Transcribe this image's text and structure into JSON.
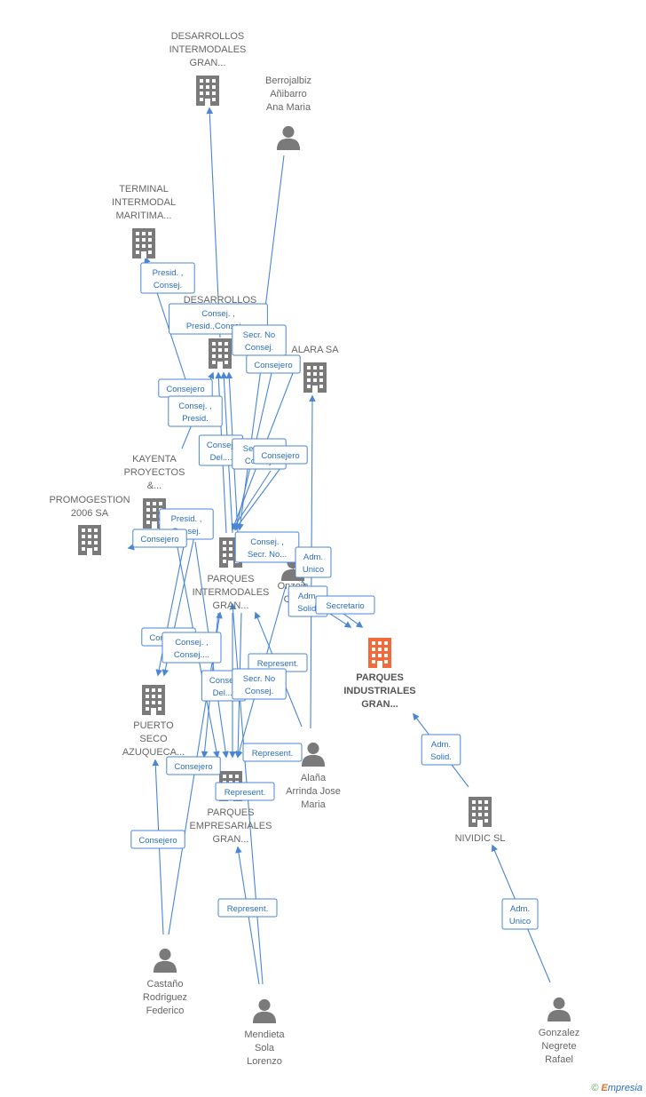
{
  "colors": {
    "edge": "#4a86d4",
    "edge_label_border": "#4a86d4",
    "edge_label_text": "#2a6ebb",
    "company": "#7a7a7a",
    "company_main": "#f26a3b",
    "person": "#7a7a7a",
    "label": "#666666"
  },
  "nodes": [
    {
      "id": "desarrollos_top",
      "type": "company",
      "lines": [
        "DESARROLLOS",
        "INTERMODALES",
        "GRAN..."
      ]
    },
    {
      "id": "berrojalbiz",
      "type": "person",
      "lines": [
        "Berrojalbiz",
        "Añibarro",
        "Ana Maria"
      ]
    },
    {
      "id": "terminal",
      "type": "company",
      "lines": [
        "TERMINAL",
        "INTERMODAL",
        "MARITIMA..."
      ]
    },
    {
      "id": "desarrollos_mid",
      "type": "company",
      "lines": [
        "DESARROLLOS"
      ]
    },
    {
      "id": "alara",
      "type": "company",
      "lines": [
        "ALARA SA"
      ]
    },
    {
      "id": "kayenta",
      "type": "company",
      "lines": [
        "KAYENTA",
        "PROYECTOS",
        "&..."
      ]
    },
    {
      "id": "promogestion",
      "type": "company",
      "lines": [
        "PROMOGESTION",
        "2006 SA"
      ]
    },
    {
      "id": "parques_intermodales",
      "type": "company",
      "lines": [
        "PARQUES",
        "INTERMODALES",
        "GRAN..."
      ]
    },
    {
      "id": "onzoin",
      "type": "person",
      "lines": [
        "Onzoin",
        "Orni"
      ]
    },
    {
      "id": "parques_industriales",
      "type": "company_main",
      "lines": [
        "PARQUES",
        "INDUSTRIALES",
        "GRAN..."
      ]
    },
    {
      "id": "puerto_seco",
      "type": "company",
      "lines": [
        "PUERTO",
        "SECO",
        "AZUQUECA..."
      ]
    },
    {
      "id": "alana",
      "type": "person",
      "lines": [
        "Alaña",
        "Arrinda Jose",
        "Maria"
      ]
    },
    {
      "id": "parques_empresariales",
      "type": "company",
      "lines": [
        "PARQUES",
        "EMPRESARIALES",
        "GRAN..."
      ]
    },
    {
      "id": "nividic",
      "type": "company",
      "lines": [
        "NIVIDIC SL"
      ]
    },
    {
      "id": "castano",
      "type": "person",
      "lines": [
        "Castaño",
        "Rodriguez",
        "Federico"
      ]
    },
    {
      "id": "mendieta",
      "type": "person",
      "lines": [
        "Mendieta",
        "Sola",
        "Lorenzo"
      ]
    },
    {
      "id": "gonzalez",
      "type": "person",
      "lines": [
        "Gonzalez",
        "Negrete",
        "Rafael"
      ]
    }
  ],
  "edge_labels": [
    {
      "id": "l1",
      "lines": [
        "Presid. ,",
        "Consej."
      ]
    },
    {
      "id": "l2",
      "lines": [
        "Consej. ,",
        "Presid.,Consej...."
      ]
    },
    {
      "id": "l3",
      "lines": [
        "Secr.  No",
        "Consej."
      ]
    },
    {
      "id": "l4",
      "lines": [
        "Consejero"
      ]
    },
    {
      "id": "l5",
      "lines": [
        "Consejero"
      ]
    },
    {
      "id": "l6",
      "lines": [
        "Consej. ,",
        "Presid."
      ]
    },
    {
      "id": "l7",
      "lines": [
        "Consej.",
        "Del...."
      ]
    },
    {
      "id": "l8",
      "lines": [
        "Secr.  No",
        "Consej."
      ]
    },
    {
      "id": "l9",
      "lines": [
        "Consejero"
      ]
    },
    {
      "id": "l10",
      "lines": [
        "Presid. ,",
        "Consej."
      ]
    },
    {
      "id": "l11",
      "lines": [
        "Consejero"
      ]
    },
    {
      "id": "l12",
      "lines": [
        "Consej. ,",
        "Secr. No..."
      ]
    },
    {
      "id": "l13",
      "lines": [
        "Adm.",
        "Unico"
      ]
    },
    {
      "id": "l14",
      "lines": [
        "Adm.",
        "Solid."
      ]
    },
    {
      "id": "l15",
      "lines": [
        "Secretario"
      ]
    },
    {
      "id": "l16",
      "lines": [
        "Consejero"
      ]
    },
    {
      "id": "l17",
      "lines": [
        "Consej. ,",
        "Consej...."
      ]
    },
    {
      "id": "l18",
      "lines": [
        "Represent."
      ]
    },
    {
      "id": "l19",
      "lines": [
        "Consej.",
        "Del...."
      ]
    },
    {
      "id": "l20",
      "lines": [
        "Secr.  No",
        "Consej."
      ]
    },
    {
      "id": "l21",
      "lines": [
        "Represent."
      ]
    },
    {
      "id": "l22",
      "lines": [
        "Consejero"
      ]
    },
    {
      "id": "l23",
      "lines": [
        "Represent."
      ]
    },
    {
      "id": "l24",
      "lines": [
        "Adm.",
        "Solid."
      ]
    },
    {
      "id": "l25",
      "lines": [
        "Consejero"
      ]
    },
    {
      "id": "l26",
      "lines": [
        "Represent."
      ]
    },
    {
      "id": "l27",
      "lines": [
        "Adm.",
        "Unico"
      ]
    }
  ],
  "footer": {
    "copyright": "©",
    "brand_first": "E",
    "brand_rest": "mpresia"
  }
}
